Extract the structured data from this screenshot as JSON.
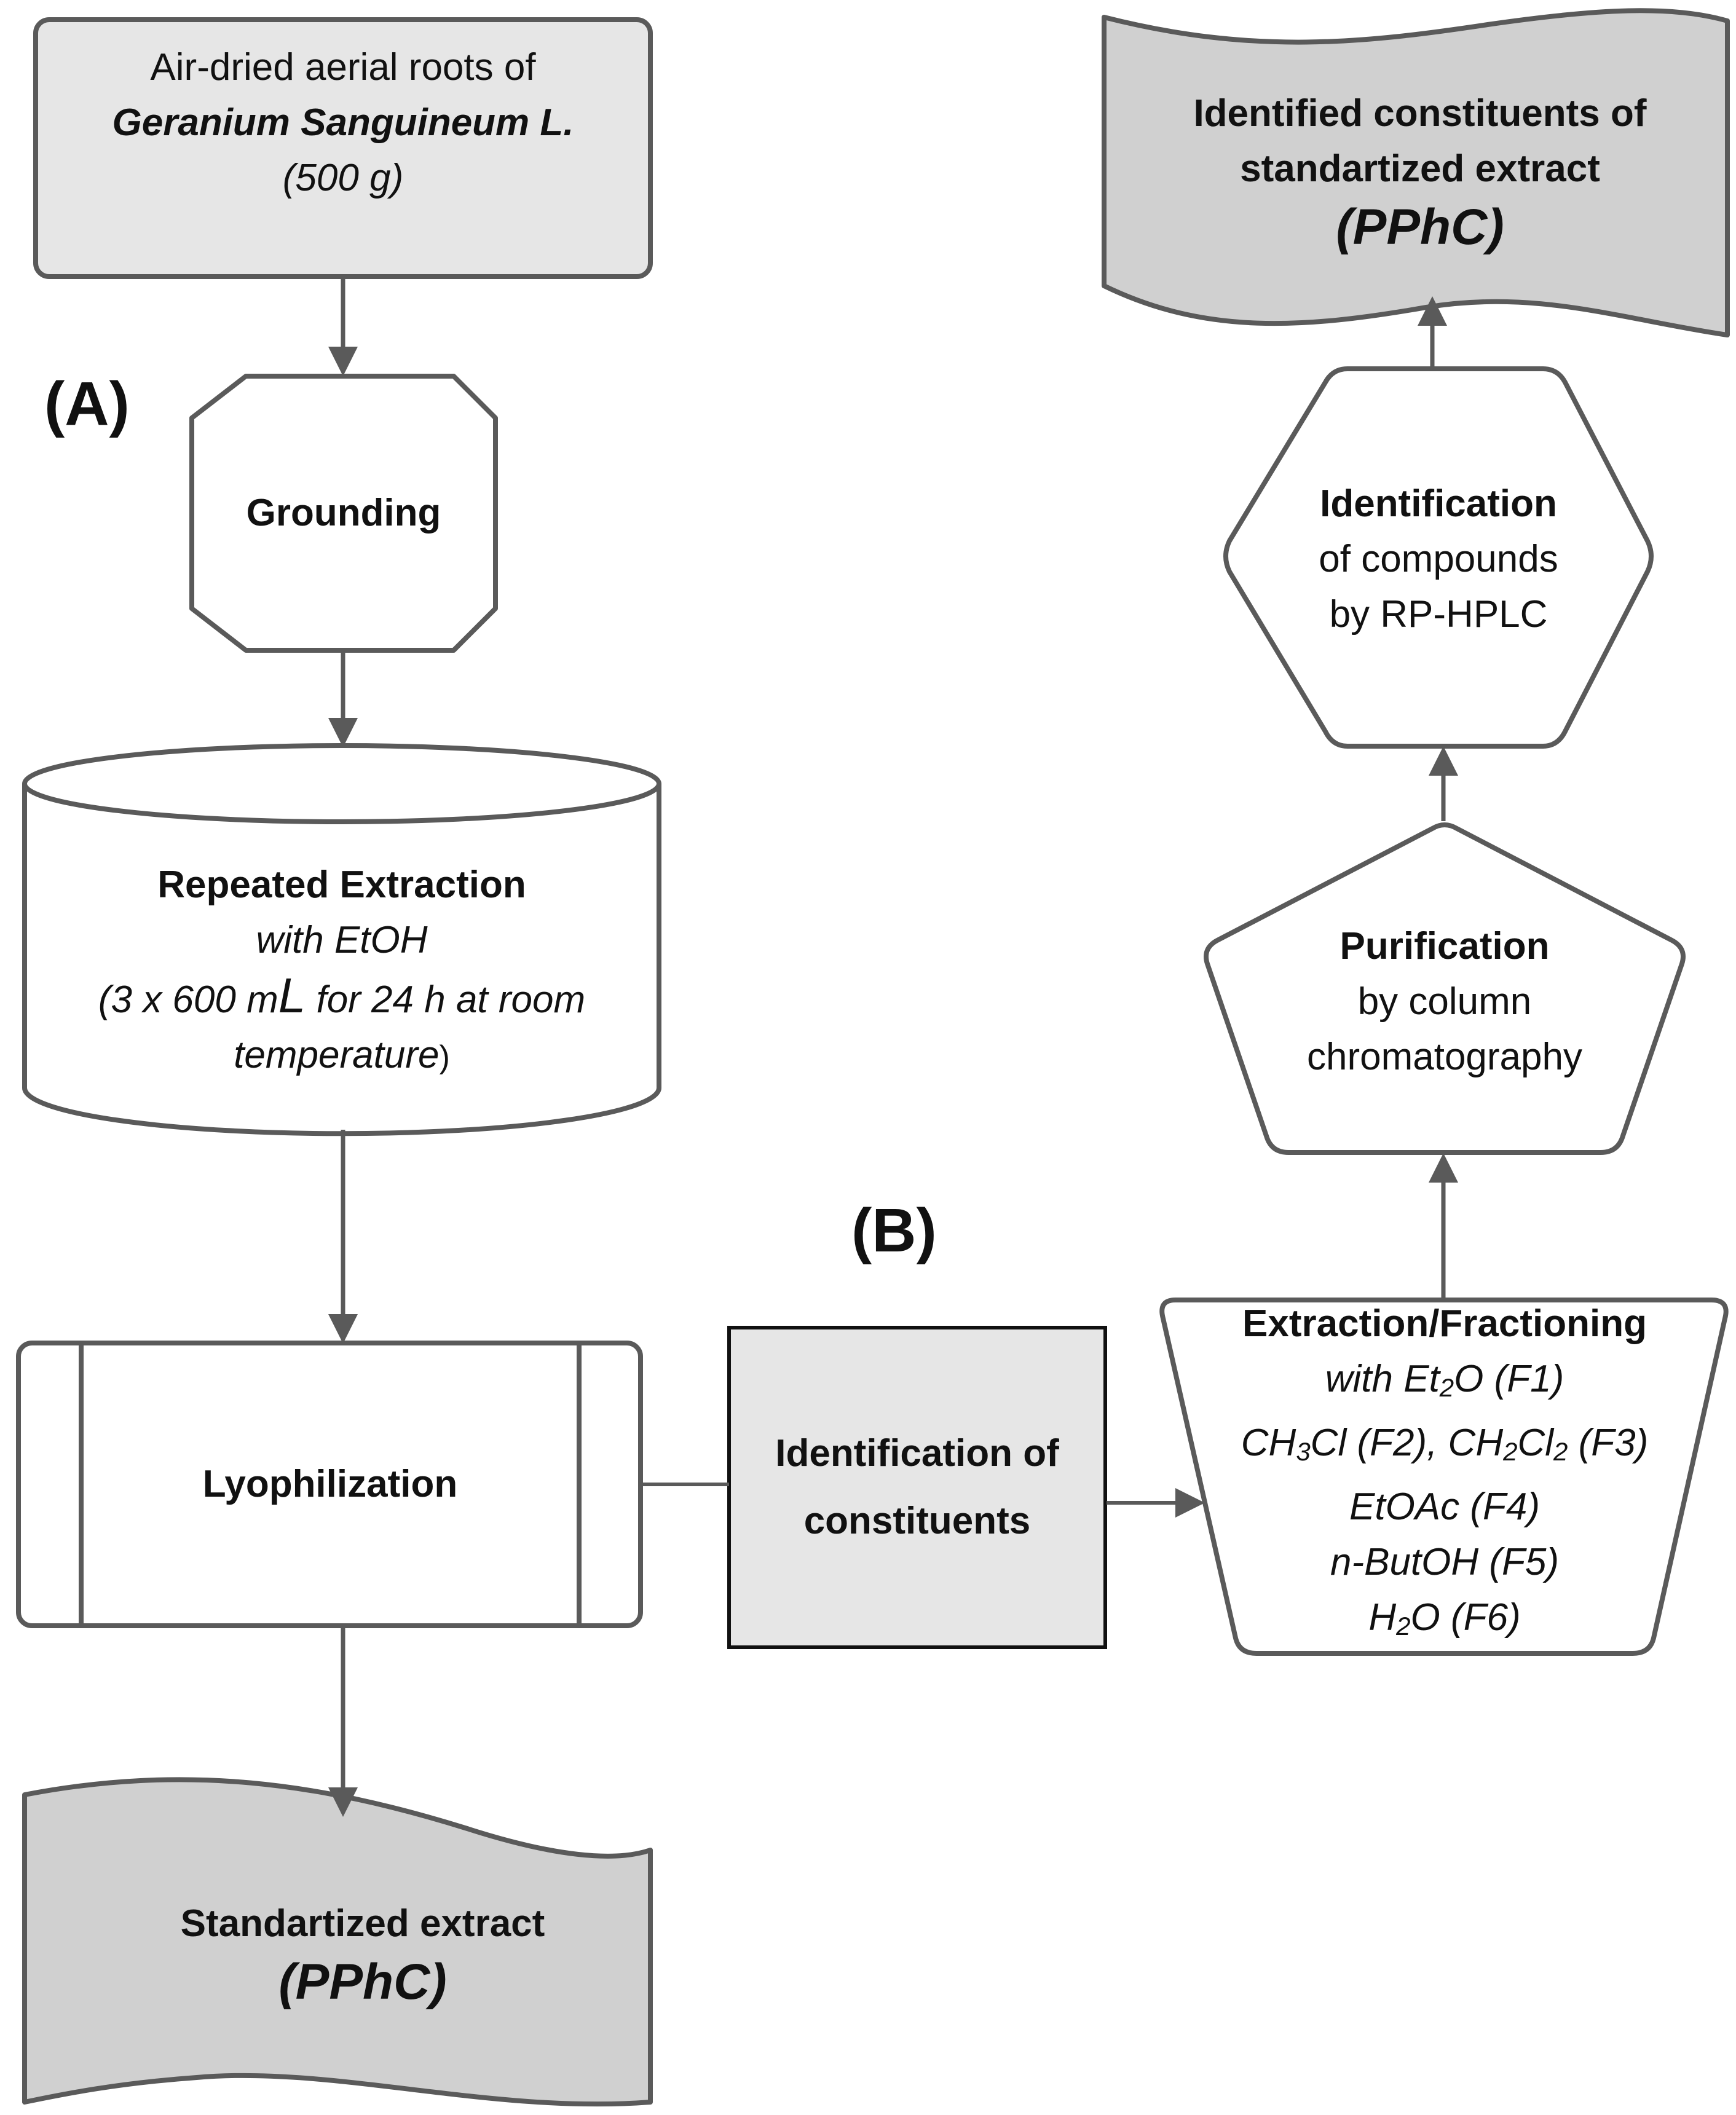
{
  "panels": {
    "a": "(A)",
    "b": "(B)"
  },
  "nodes": {
    "source": {
      "line1": "Air-dried aerial roots of",
      "line2": "Geranium Sanguineum L.",
      "line3": "(500 g)"
    },
    "grounding": {
      "label": "Grounding"
    },
    "extraction": {
      "title": "Repeated Extraction",
      "line2": "with EtOH",
      "line3a": "(3 x 600 m",
      "line3b": "L",
      "line3c": " for 24 h at room",
      "line4": "temperature",
      "line4b": ")"
    },
    "lyophilization": {
      "label": "Lyophilization"
    },
    "standardized": {
      "line1": "Standartized extract",
      "line2": "(PPhC)"
    },
    "identification_constituents": {
      "line1": "Identification of",
      "line2": "constituents"
    },
    "fractioning": {
      "title": "Extraction/Fractioning",
      "f1a": "with Et",
      "f1sub": "2",
      "f1b": "O (F1)",
      "f2a": "CH",
      "f2sub1": "3",
      "f2b": "Cl (F2), CH",
      "f2sub2": "2",
      "f2c": "Cl",
      "f2sub3": "2",
      "f2d": " (F3)",
      "f4": "EtOAc (F4)",
      "f5": "n-ButOH (F5)",
      "f6a": "H",
      "f6sub": "2",
      "f6b": "O (F6)"
    },
    "purification": {
      "title": "Purification",
      "line2": "by column",
      "line3": "chromatography"
    },
    "hplc": {
      "title": "Identification",
      "line2": "of compounds",
      "line3": "by RP-HPLC"
    },
    "final": {
      "line1": "Identified constituents of",
      "line2": "standartized extract",
      "line3": "(PPhC)"
    }
  },
  "colors": {
    "stroke": "#5a5a5a",
    "fill_light": "#e6e6e6",
    "fill_dark": "#d0d0d0",
    "fill_white": "#ffffff",
    "text": "#111111"
  }
}
